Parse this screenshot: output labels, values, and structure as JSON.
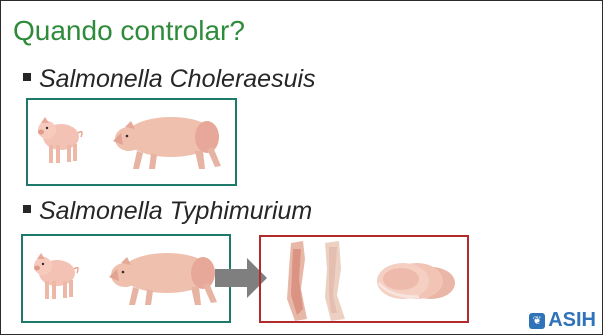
{
  "slide": {
    "title": "Quando controlar?",
    "bullets": [
      "Salmonella Choleraesuis",
      "Salmonella Typhimurium"
    ]
  },
  "logo": {
    "text": "ASIH",
    "icon": "asih-logo-icon"
  },
  "colors": {
    "title_green": "#2e8b3a",
    "box_green": "#1d7a6a",
    "box_red": "#b32a2a",
    "arrow_gray": "#7f7f7f",
    "brand_blue": "#2f73b8"
  },
  "images": [
    "piglet-icon",
    "adult-pig-icon",
    "pork-carcass-icon",
    "pork-slices-icon"
  ]
}
